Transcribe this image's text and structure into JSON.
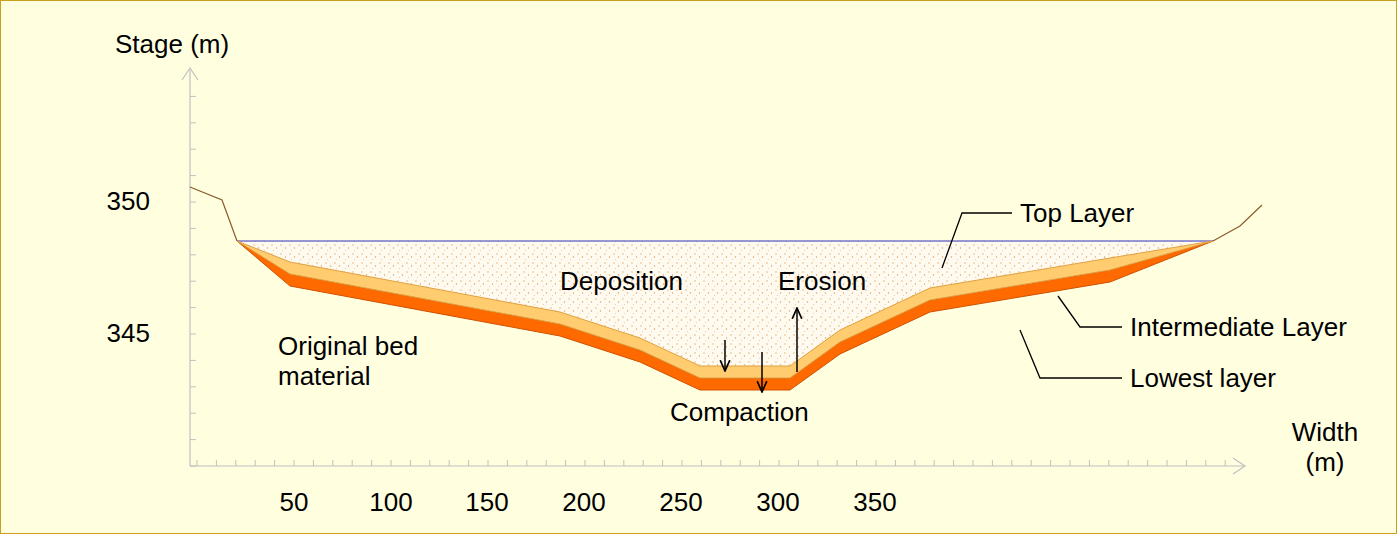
{
  "diagram": {
    "labels": [
      "Stage (m)",
      "350",
      "345",
      "Width (m)",
      "50",
      "100",
      "150",
      "200",
      "250",
      "300",
      "350",
      "Original bed material",
      "Deposition",
      "Erosion",
      "Compaction",
      "Top Layer",
      "Intermediate Layer",
      "Lowest layer"
    ]
  }
}
